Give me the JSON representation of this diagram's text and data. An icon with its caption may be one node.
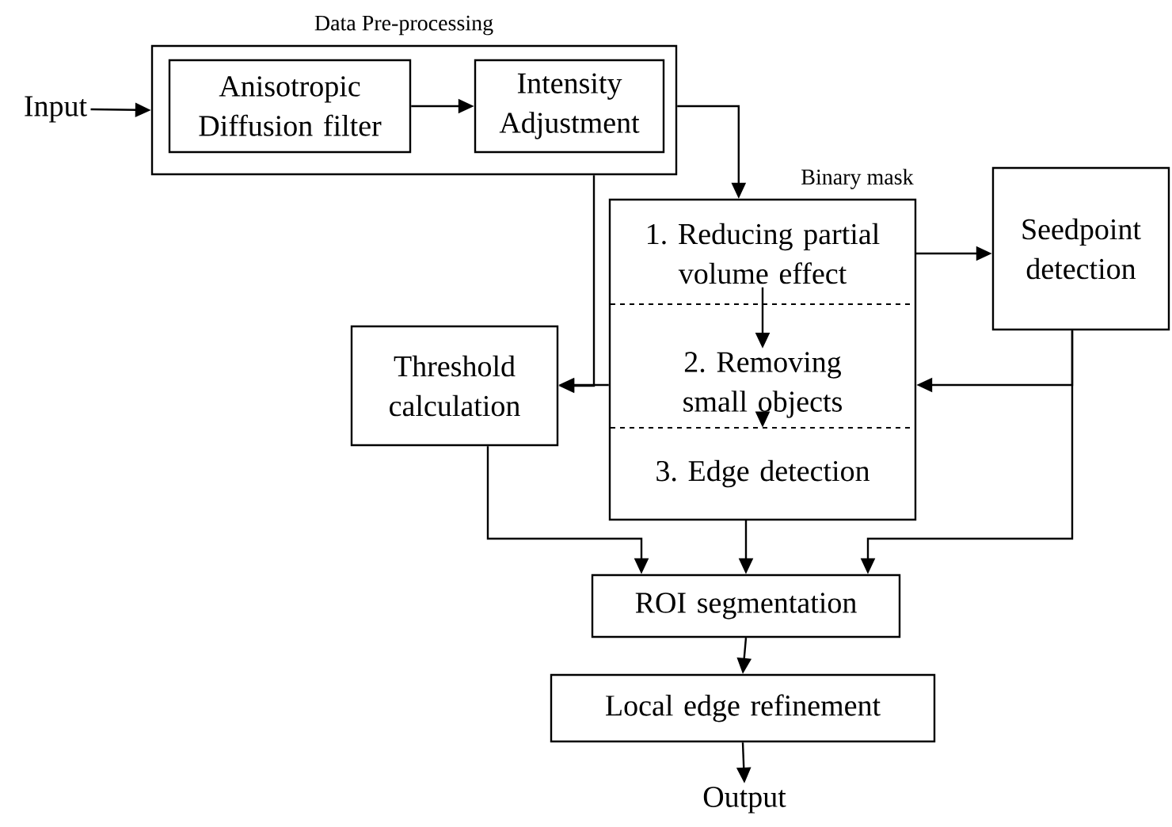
{
  "diagram": {
    "nodes": [
      {
        "text": [
          "Input"
        ]
      },
      {
        "text": [
          "Data Pre-processing"
        ]
      },
      {
        "text": [
          "Anisotropic Diffusion filter"
        ],
        "in": 1
      },
      {
        "text": [
          "Intensity Adjustment"
        ],
        "in": 1
      },
      {
        "text": [
          "Binary mask"
        ]
      },
      {
        "text": [
          "1. Reducing partial volume effect"
        ],
        "in": 4
      },
      {
        "text": [
          "2. Removing small objects"
        ],
        "in": 4
      },
      {
        "text": [
          "3. Edge detection"
        ],
        "in": 4
      },
      {
        "text": [
          "Seedpoint detection"
        ]
      },
      {
        "text": [
          "Threshold calculation"
        ]
      },
      {
        "text": [
          "ROI segmentation"
        ]
      },
      {
        "text": [
          "Local edge refinement"
        ]
      },
      {
        "text": [
          "Output"
        ]
      }
    ],
    "edges": [
      {
        "from": 0,
        "to": 1,
        "arrow": "to"
      },
      {
        "from": 2,
        "to": 3,
        "arrow": "to"
      },
      {
        "from": 1,
        "to": 4,
        "arrow": "to"
      },
      {
        "from": 5,
        "to": 6,
        "arrow": "to"
      },
      {
        "from": 6,
        "to": 7,
        "arrow": "to"
      },
      {
        "from": 5,
        "to": 8,
        "arrow": "to"
      },
      {
        "from": 1,
        "to": 9,
        "arrow": "to"
      },
      {
        "from": 4,
        "to": 9,
        "arrow": "to"
      },
      {
        "from": 8,
        "to": 6,
        "arrow": "to"
      },
      {
        "from": 8,
        "to": 10,
        "arrow": "to"
      },
      {
        "from": 9,
        "to": 10,
        "arrow": "to"
      },
      {
        "from": 7,
        "to": 10,
        "arrow": "to"
      },
      {
        "from": 10,
        "to": 11,
        "arrow": "to"
      },
      {
        "from": 11,
        "to": 12,
        "arrow": "to"
      }
    ]
  }
}
